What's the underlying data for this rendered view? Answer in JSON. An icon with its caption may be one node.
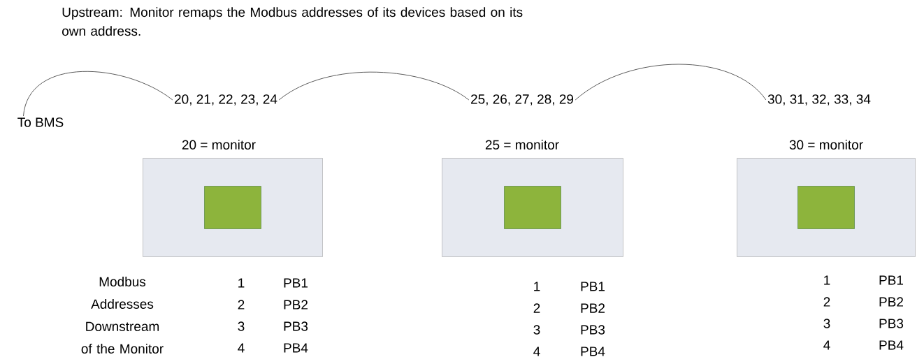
{
  "diagram": {
    "title": "Upstream: Monitor remaps the Modbus addresses of its devices based on its own address.",
    "nodes": [
      {
        "text": [
          "To BMS"
        ]
      },
      {
        "text": [
          "20, 21, 22, 23, 24"
        ]
      },
      {
        "text": [
          "20 = monitor"
        ]
      },
      {
        "text": [],
        "shape": "box",
        "in": 2
      },
      {
        "text": [
          "25, 26, 27, 28, 29"
        ]
      },
      {
        "text": [
          "25 = monitor"
        ]
      },
      {
        "text": [],
        "shape": "box",
        "in": 5
      },
      {
        "text": [
          "30, 31, 32, 33, 34"
        ]
      },
      {
        "text": [
          "30 = monitor"
        ]
      },
      {
        "text": [],
        "shape": "box",
        "in": 8
      }
    ],
    "edges": [
      {
        "from": 0,
        "to": 1,
        "arrow": "none"
      },
      {
        "from": 1,
        "to": 4,
        "arrow": "none"
      },
      {
        "from": 4,
        "to": 7,
        "arrow": "none"
      }
    ],
    "labels": [
      "Modbus Addresses Downstream of the Monitor",
      "1",
      "PB1",
      "2",
      "PB2",
      "3",
      "PB3",
      "4",
      "PB4",
      "1",
      "PB1",
      "2",
      "PB2",
      "3",
      "PB3",
      "4",
      "PB4",
      "1",
      "PB1",
      "2",
      "PB2",
      "3",
      "PB3",
      "4",
      "PB4"
    ]
  }
}
